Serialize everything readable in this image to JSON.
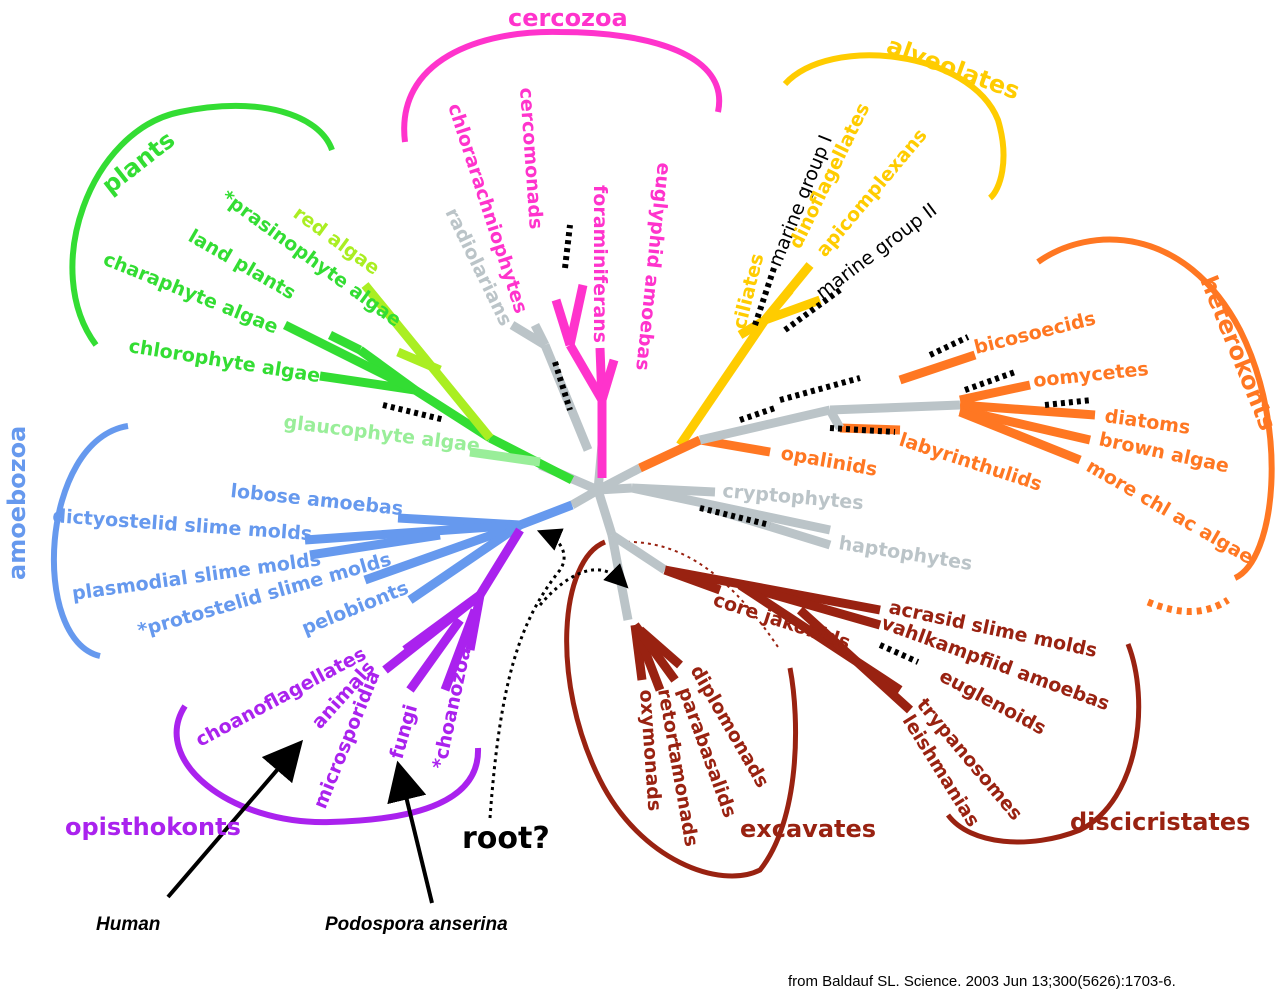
{
  "colors": {
    "cercozoa": "#ff33cc",
    "alveolates": "#ffcc00",
    "plants": "#33dd33",
    "red_algae": "#aaee22",
    "glaucophyte": "#99ee99",
    "heterokonts": "#ff7722",
    "amoebozoa": "#6699ee",
    "opisthokonts": "#aa22ee",
    "excavates": "#992211",
    "grey": "#bbc4c8",
    "black": "#000000"
  },
  "groups": {
    "cercozoa": "cercozoa",
    "alveolates": "alveolates",
    "plants": "plants",
    "heterokonts": "heterokonts",
    "amoebozoa": "amoebozoa",
    "opisthokonts": "opisthokonts",
    "excavates": "excavates",
    "discicristates": "discicristates"
  },
  "taxa": {
    "chlorarachniophytes": "chlorarachniophytes",
    "cercomonads": "cercomonads",
    "foraminiferans": "foraminiferans",
    "euglyphid_amoebas": "euglyphid amoebas",
    "radiolarians": "radiolarians",
    "ciliates": "ciliates",
    "marine_group_1": "marine group I",
    "dinoflagellates": "dinoflagellates",
    "apicomplexans": "apicomplexans",
    "marine_group_2": "marine group II",
    "prasinophyte_algae": "*prasinophyte algae",
    "red_algae": "red algae",
    "land_plants": "land plants",
    "charaphyte_algae": "charaphyte algae",
    "chlorophyte_algae": "chlorophyte algae",
    "glaucophyte_algae": "glaucophyte algae",
    "bicosoecids": "bicosoecids",
    "oomycetes": "oomycetes",
    "diatoms": "diatoms",
    "brown_algae": "brown algae",
    "more_chl_ac_algae": "more chl ac algae",
    "opalinids": "opalinids",
    "labyrinthulids": "labyrinthulids",
    "cryptophytes": "cryptophytes",
    "haptophytes": "haptophytes",
    "lobose_amoebas": "lobose amoebas",
    "dictyostelid_slime_molds": "dictyostelid slime molds",
    "plasmodial_slime_molds": "plasmodial slime molds",
    "protostelid_slime_molds": "*protostelid slime molds",
    "pelobionts": "pelobionts",
    "choanoflagellates": "choanoflagellates",
    "animals": "animals",
    "microsporidia": "microsporidia",
    "fungi": "fungi",
    "choanozoa": "*choanozoa",
    "core_jakobids": "core jakobids",
    "diplomonads": "diplomonads",
    "parabasalids": "parabasalids",
    "retortamonads": "retortamonads",
    "oxymonads": "oxymonads",
    "acrasid_slime_molds": "acrasid slime molds",
    "vahlkampfiid_amoebas": "vahlkampfiid amoebas",
    "euglenoids": "euglenoids",
    "trypanosomes": "trypanosomes",
    "leishmanias": "leishmanias"
  },
  "annotations": {
    "root": "root?",
    "human": "Human",
    "podospora": "Podospora anserina",
    "citation": "from Baldauf SL. Science. 2003 Jun 13;300(5626):1703-6."
  }
}
